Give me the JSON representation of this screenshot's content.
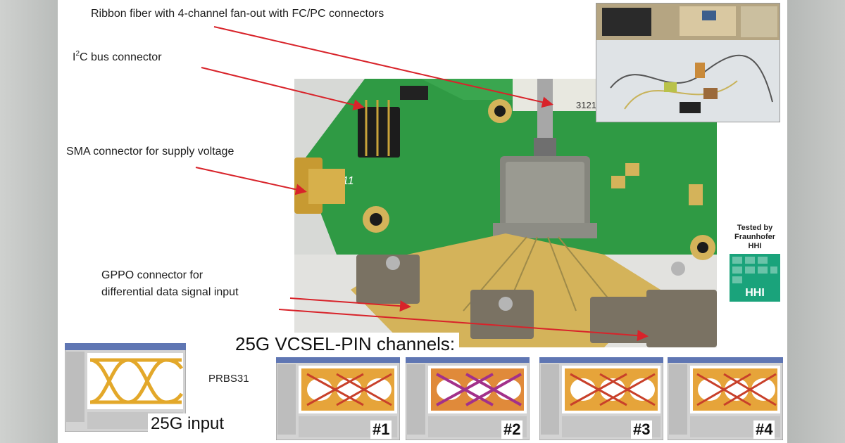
{
  "labels": {
    "ribbon": "Ribbon fiber with 4-channel fan-out with FC/PC connectors",
    "i2c_prefix": "I",
    "i2c_sup": "2",
    "i2c_suffix": "C bus connector",
    "sma": "SMA  connector for supply voltage",
    "gppo_line1": "GPPO connector for",
    "gppo_line2": "differential data signal input"
  },
  "board": {
    "j11_label": "J11",
    "serial_label": "3121"
  },
  "tested_by": {
    "line1": "Tested by",
    "line2": "Fraunhofer",
    "line3": "HHI",
    "logo_text": "HHI"
  },
  "eyes": {
    "heading": "25G VCSEL-PIN channels:",
    "prbs": "PRBS31",
    "input_label": "25G input",
    "channels": [
      "#1",
      "#2",
      "#3",
      "#4"
    ]
  },
  "colors": {
    "pcb_green": "#2f9a44",
    "gold_pad": "#d4b35a",
    "arrow_red": "#d8232a",
    "eye_yellow": "#e3a82a",
    "eye_red": "#c8402a",
    "hhi_green": "#1aa37b"
  }
}
